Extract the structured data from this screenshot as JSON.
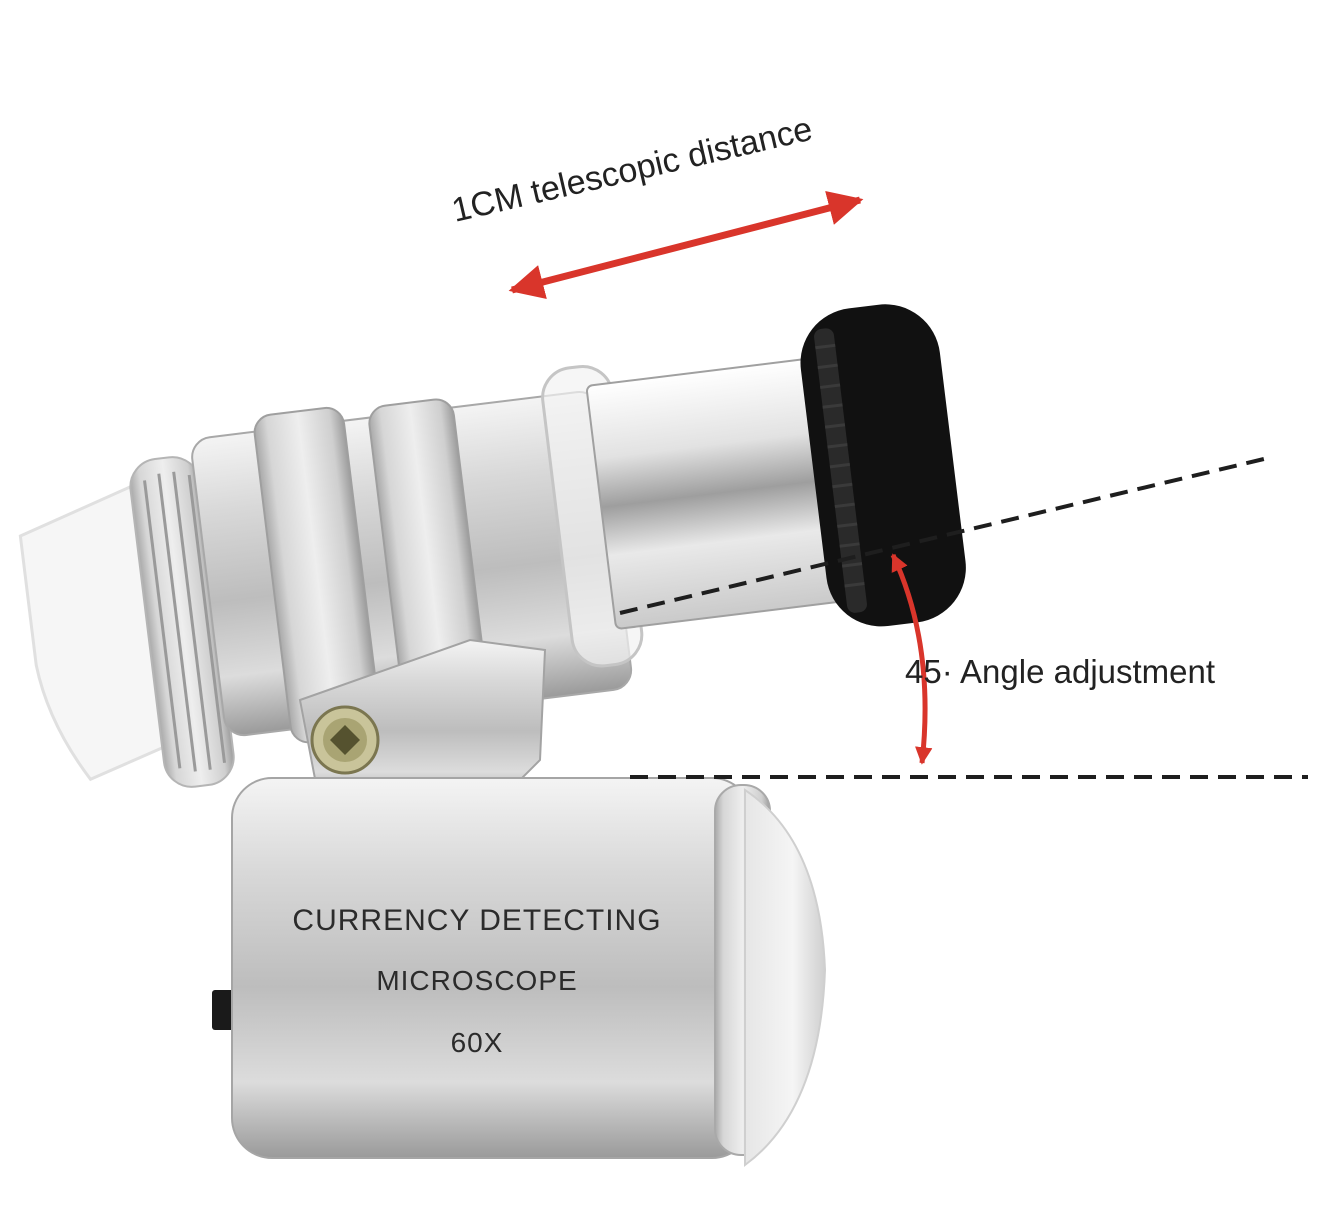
{
  "annotations": {
    "telescopic": "1CM telescopic distance",
    "angle": "45· Angle adjustment"
  },
  "device_label": {
    "line1": "CURRENCY DETECTING",
    "line2": "MICROSCOPE",
    "line3": "60X"
  },
  "colors": {
    "arrow": "#d9352b",
    "dash": "#1e1e1e",
    "eyepiece": "#111111"
  }
}
